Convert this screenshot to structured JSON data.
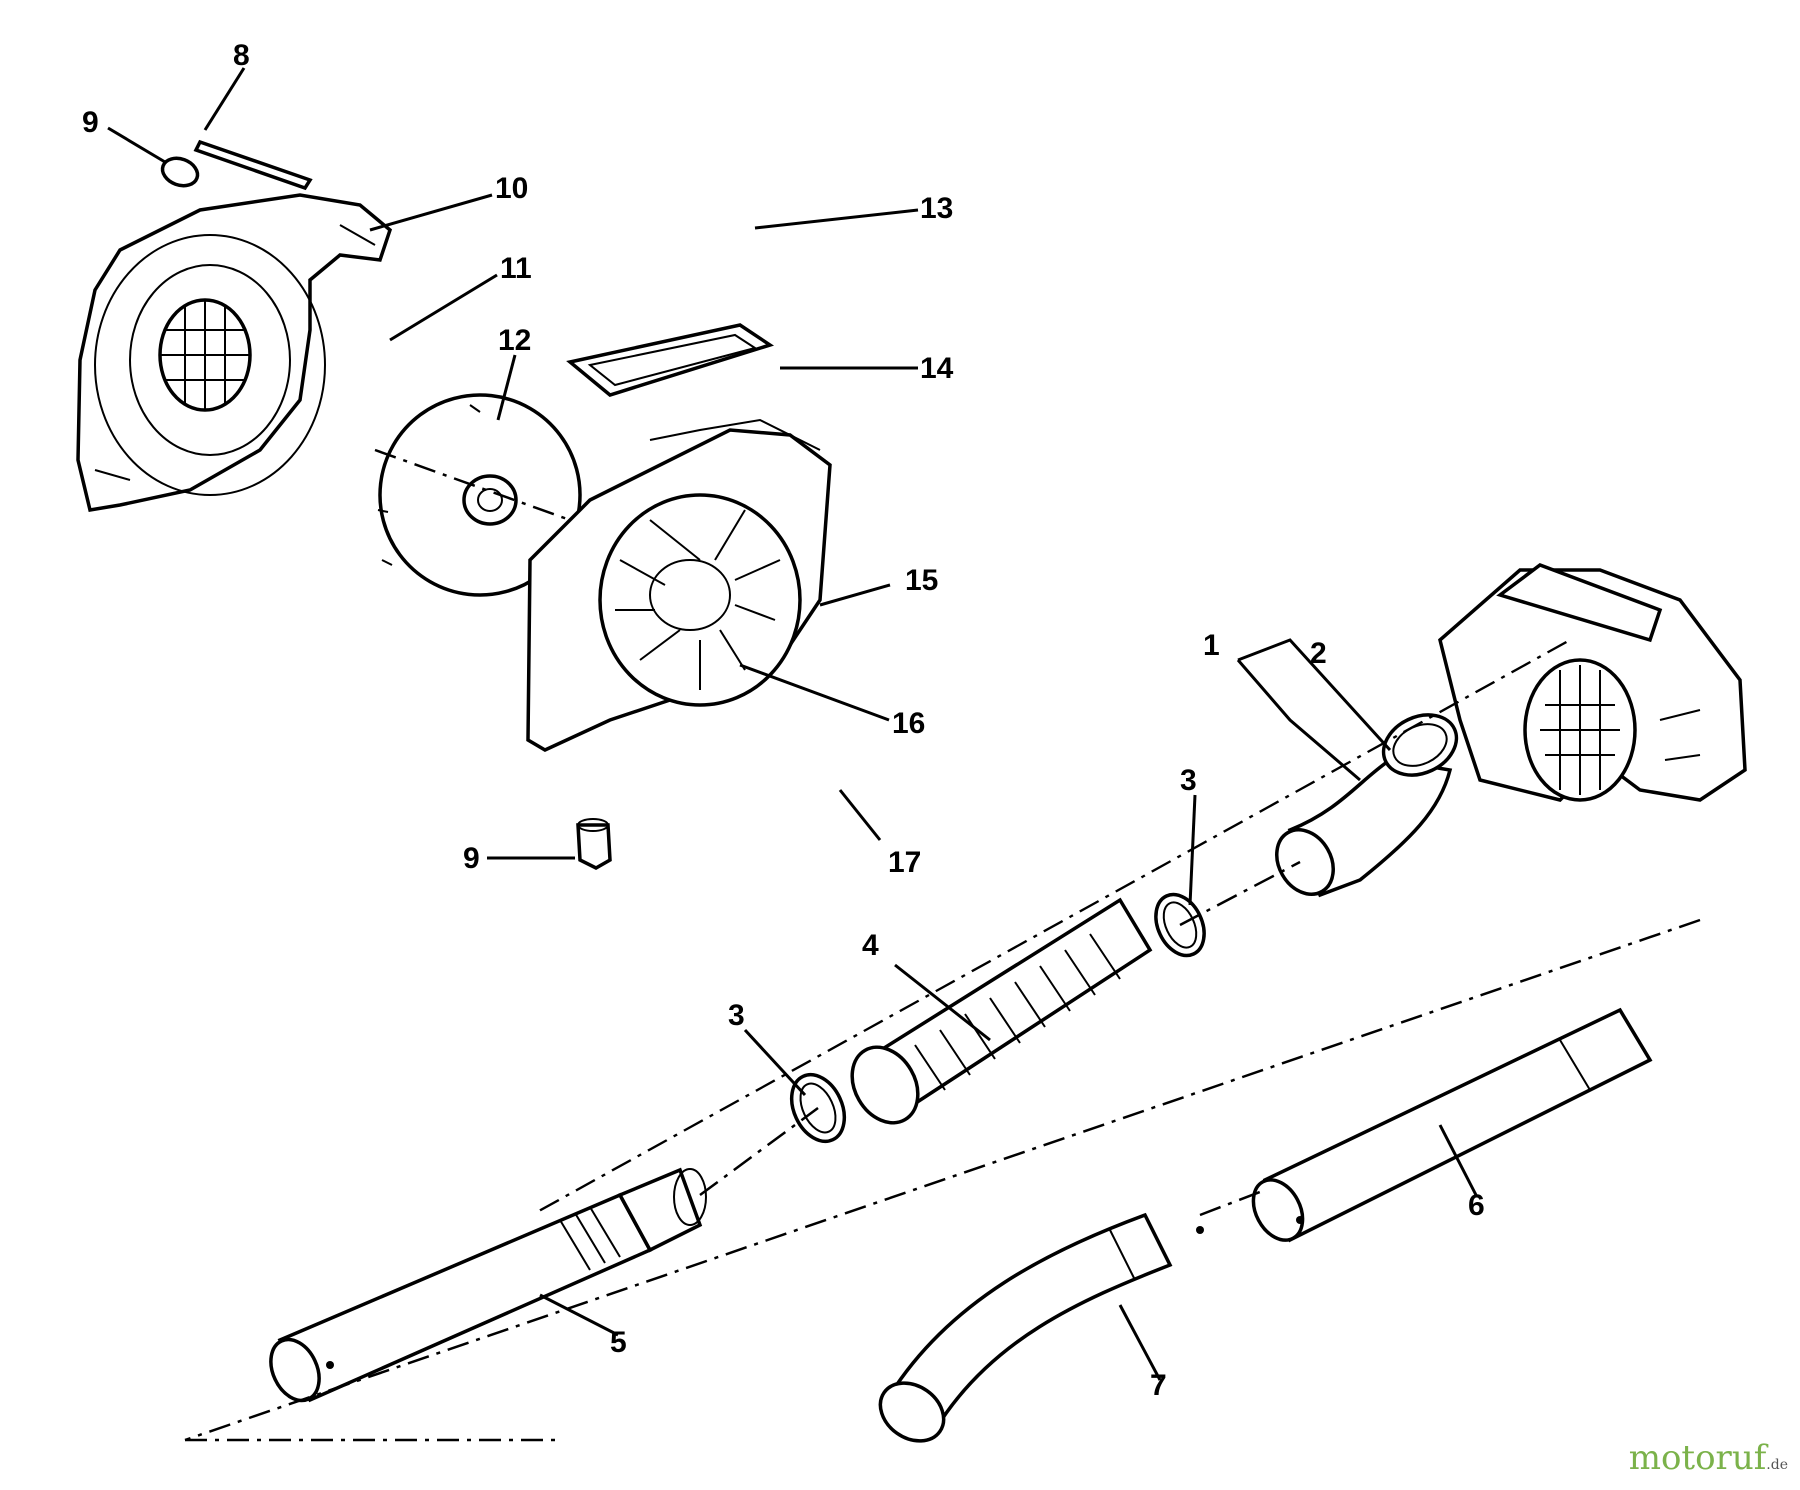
{
  "diagram": {
    "callouts": [
      {
        "id": "c8",
        "label": "8"
      },
      {
        "id": "c9a",
        "label": "9"
      },
      {
        "id": "c10",
        "label": "10"
      },
      {
        "id": "c11",
        "label": "11"
      },
      {
        "id": "c12",
        "label": "12"
      },
      {
        "id": "c13",
        "label": "13"
      },
      {
        "id": "c14",
        "label": "14"
      },
      {
        "id": "c15",
        "label": "15"
      },
      {
        "id": "c16",
        "label": "16"
      },
      {
        "id": "c17",
        "label": "17"
      },
      {
        "id": "c9b",
        "label": "9"
      },
      {
        "id": "c1",
        "label": "1"
      },
      {
        "id": "c2",
        "label": "2"
      },
      {
        "id": "c3a",
        "label": "3"
      },
      {
        "id": "c3b",
        "label": "3"
      },
      {
        "id": "c4",
        "label": "4"
      },
      {
        "id": "c5",
        "label": "5"
      },
      {
        "id": "c6",
        "label": "6"
      },
      {
        "id": "c7",
        "label": "7"
      }
    ]
  },
  "watermark": {
    "text": "motoruf",
    "tld": ".de"
  },
  "colors": {
    "line": "#000000",
    "background": "#ffffff",
    "watermark": "#7bb24a"
  }
}
